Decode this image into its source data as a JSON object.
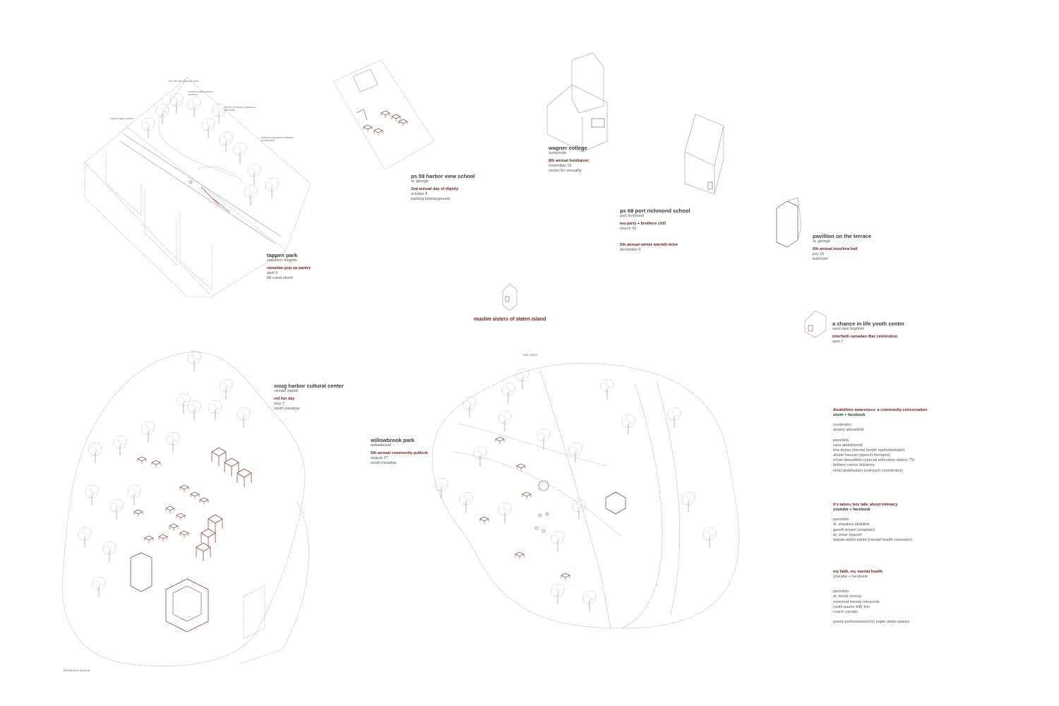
{
  "colors": {
    "accent": "#6b1f1f",
    "linework": "#b8b8b8",
    "tree": "#9a9a9a"
  },
  "center": {
    "title": "muslim sisters of staten island"
  },
  "sites": {
    "tappen": {
      "title": "tappen park",
      "sub": "stapelton heights",
      "event": "ramadan pop up pantry",
      "date": "april 9",
      "place": "88 canal street"
    },
    "ps59": {
      "title": "ps 59 harbor view school",
      "sub": "st. george",
      "event": "2nd annual day of dignity",
      "date": "october 8",
      "place": "parking lot/playground"
    },
    "wagner": {
      "title": "wagner college",
      "sub": "sunnyside",
      "event": "8th annual fundraiser",
      "date": "november 19",
      "place": "center for sexuality"
    },
    "ps68": {
      "title": "ps 68 port richmond school",
      "sub": "port richmond",
      "event1": "tea party + brothers chill",
      "date1": "march 26",
      "event2": "5th annual winter warmth drive",
      "date2": "december 5"
    },
    "pavillion": {
      "title": "pavillion on the terrace",
      "sub": "st. george",
      "event": "6th annual muslima ball",
      "date": "july 16",
      "place": "ballroom"
    },
    "chance": {
      "title": "a chance in life youth center",
      "sub": "west new brighton",
      "event": "interfaith ramadan iftar celebration",
      "date": "april 7"
    },
    "snug": {
      "title": "snug harbor cultural center",
      "sub": "randall manor",
      "event": "eid fun day",
      "date": "may 7",
      "place": "south meadow"
    },
    "willow": {
      "title": "willowbrook park",
      "sub": "willowbrook",
      "event": "5th annual community potluck",
      "date": "august 27",
      "place": "south meadow"
    }
  },
  "annotations": {
    "a1": "red oak tree quercus rubra",
    "a2": "chestnut oaks quercus montana",
    "a3": "eastern gray squirrel",
    "a4": "london planetree platanus x acerifolia",
    "a5": "american sycamore platanus occidentalis",
    "willow_top": "eton place",
    "snug_bottom": "henderson avenue"
  },
  "panels": {
    "p1": {
      "title": "disabilities awareness: a community conversation",
      "channel": "zoom + facebook",
      "mod_label": "moderator:",
      "moderator": "amany abouelkhir",
      "pan_label": "panelists:",
      "panelists": [
        "rana abdelhamid",
        "lina domis (mental health epidemiologist)",
        "ahlam hassan (speech therapist)",
        "eman abouelkhir (special education district 75)",
        "brittany ramos debarros",
        "nihal abdelsalam (outreach coordinator)"
      ]
    },
    "p2": {
      "title": "it's taboo, lets talk: about intimacy",
      "channel": "youtube + facebook",
      "pan_label": "panelists:",
      "panelists": [
        "dr. shaakira abdullah",
        "gareth bryant (chaplain)",
        "dr. omar shareef",
        "zainab abdul-rahim (mental health counselor)"
      ]
    },
    "p3": {
      "title": "my faith, my mental health",
      "channel": "youtube + facebook",
      "pan_label": "panelists:",
      "panelists": [
        "dr. brock murray",
        "reverend mendy mirocznik",
        "youth pastor billy kim",
        "coach carmen"
      ],
      "footer": "poetry performanced by najah abdul-qawiyy"
    }
  }
}
